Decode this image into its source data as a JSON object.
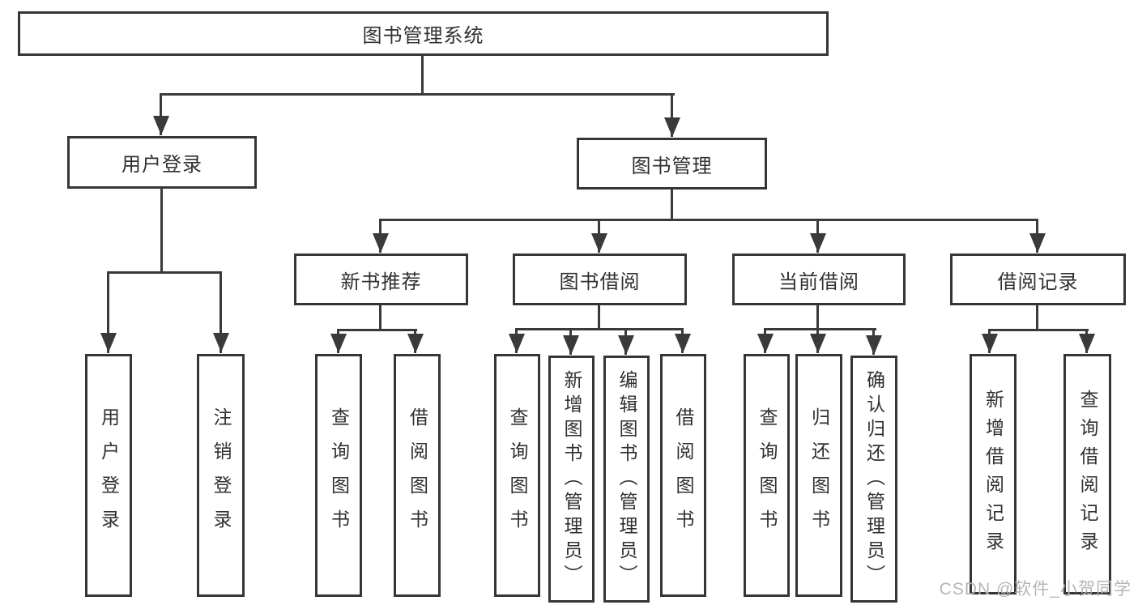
{
  "tree": {
    "label": "图书管理系统",
    "children": [
      {
        "label": "用户登录",
        "children": [
          {
            "label": "用户登录"
          },
          {
            "label": "注销登录"
          }
        ]
      },
      {
        "label": "图书管理",
        "children": [
          {
            "label": "新书推荐",
            "children": [
              {
                "label": "查询图书"
              },
              {
                "label": "借阅图书"
              }
            ]
          },
          {
            "label": "图书借阅",
            "children": [
              {
                "label": "查询图书"
              },
              {
                "label": "新增图书（管理员）"
              },
              {
                "label": "编辑图书（管理员）"
              },
              {
                "label": "借阅图书"
              }
            ]
          },
          {
            "label": "当前借阅",
            "children": [
              {
                "label": "查询图书"
              },
              {
                "label": "归还图书"
              },
              {
                "label": "确认归还（管理员）"
              }
            ]
          },
          {
            "label": "借阅记录",
            "children": [
              {
                "label": "新增借阅记录"
              },
              {
                "label": "查询借阅记录"
              }
            ]
          }
        ]
      }
    ]
  },
  "watermark": {
    "text": "CSDN @软件_小贺同学"
  },
  "colors": {
    "line": "#3a3a3a",
    "box_border": "#363636",
    "text": "#303030",
    "watermark": "#b5b5b5",
    "background": "#ffffff"
  }
}
